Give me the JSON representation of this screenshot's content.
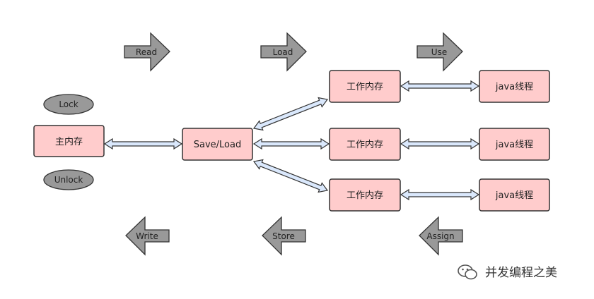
{
  "nodes": {
    "main_memory": "主内存",
    "save_load": "Save/Load",
    "work_memory_1": "工作内存",
    "work_memory_2": "工作内存",
    "work_memory_3": "工作内存",
    "java_thread_1": "java线程",
    "java_thread_2": "java线程",
    "java_thread_3": "java线程"
  },
  "ops": {
    "lock": "Lock",
    "unlock": "Unlock",
    "read": "Read",
    "load": "Load",
    "use": "Use",
    "write": "Write",
    "store": "Store",
    "assign": "Assign"
  },
  "watermark": "并发编程之美",
  "colors": {
    "box_fill": "#ffcccc",
    "box_stroke": "#333333",
    "ellipse_fill": "#999999",
    "big_arrow_fill": "#999999",
    "link_fill": "#dae8fc",
    "link_stroke": "#333333"
  }
}
